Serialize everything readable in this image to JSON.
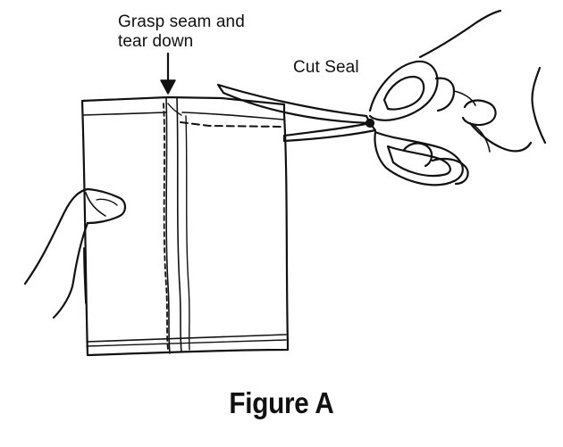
{
  "labels": {
    "seam_line1": "Grasp seam and",
    "seam_line2": "tear down",
    "cut": "Cut Seal"
  },
  "caption": "Figure A",
  "icons": {
    "arrow": "down-arrow-icon",
    "scissors": "scissors-icon",
    "left_hand": "left-hand-icon",
    "right_hand": "right-hand-icon",
    "pouch": "pouch-icon"
  },
  "colors": {
    "ink": "#111111",
    "background": "#ffffff"
  }
}
